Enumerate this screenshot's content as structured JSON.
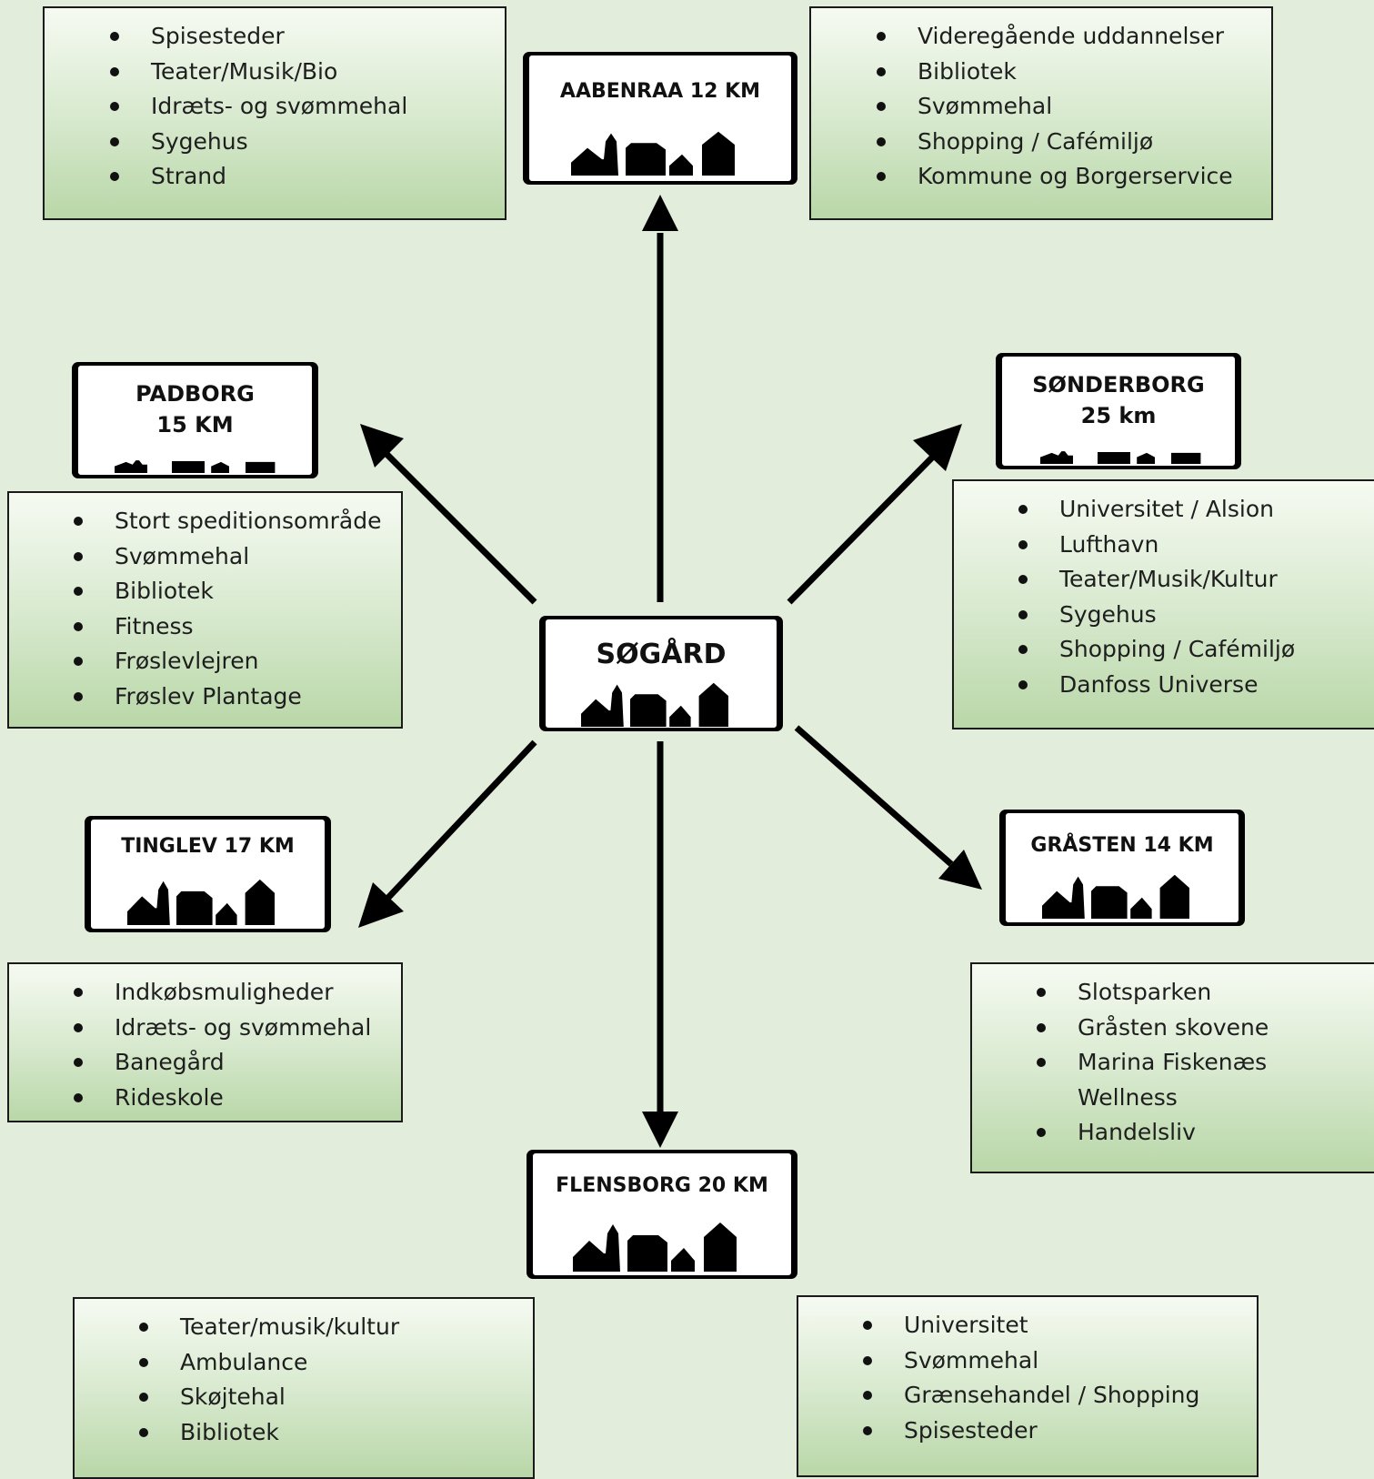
{
  "center": {
    "name": "SØGÅRD"
  },
  "signs": {
    "aabenraa": {
      "line1": "AABENRAA 12 KM"
    },
    "padborg": {
      "line1": "PADBORG",
      "line2": "15 KM"
    },
    "sonderborg": {
      "line1": "SØNDERBORG",
      "line2": "25 km"
    },
    "tinglev": {
      "line1": "TINGLEV 17 KM"
    },
    "graasten": {
      "line1": "GRÅSTEN 14 KM"
    },
    "flensborg": {
      "line1": "FLENSBORG 20 KM"
    }
  },
  "lists": {
    "aabenraa_left": [
      "Spisesteder",
      "Teater/Musik/Bio",
      "Idræts- og svømmehal",
      "Sygehus",
      "Strand"
    ],
    "aabenraa_right": [
      "Videregående uddannelser",
      "Bibliotek",
      "Svømmehal",
      "Shopping / Cafémiljø",
      "Kommune og Borgerservice"
    ],
    "padborg": [
      "Stort speditionsområde",
      "Svømmehal",
      "Bibliotek",
      "Fitness",
      "Frøslevlejren",
      "Frøslev Plantage"
    ],
    "sonderborg": [
      "Universitet / Alsion",
      "Lufthavn",
      "Teater/Musik/Kultur",
      "Sygehus",
      "Shopping / Cafémiljø",
      "Danfoss Universe"
    ],
    "tinglev": [
      "Indkøbsmuligheder",
      "Idræts- og svømmehal",
      "Banegård",
      "Rideskole"
    ],
    "graasten": [
      "Slotsparken",
      "Gråsten skovene",
      "Marina Fiskenæs Wellness",
      "Handelsliv"
    ],
    "flensborg_left": [
      "Teater/musik/kultur",
      "Ambulance",
      "Skøjtehal",
      "Bibliotek"
    ],
    "flensborg_right": [
      "Universitet",
      "Svømmehal",
      "Grænsehandel / Shopping",
      "Spisesteder"
    ]
  }
}
